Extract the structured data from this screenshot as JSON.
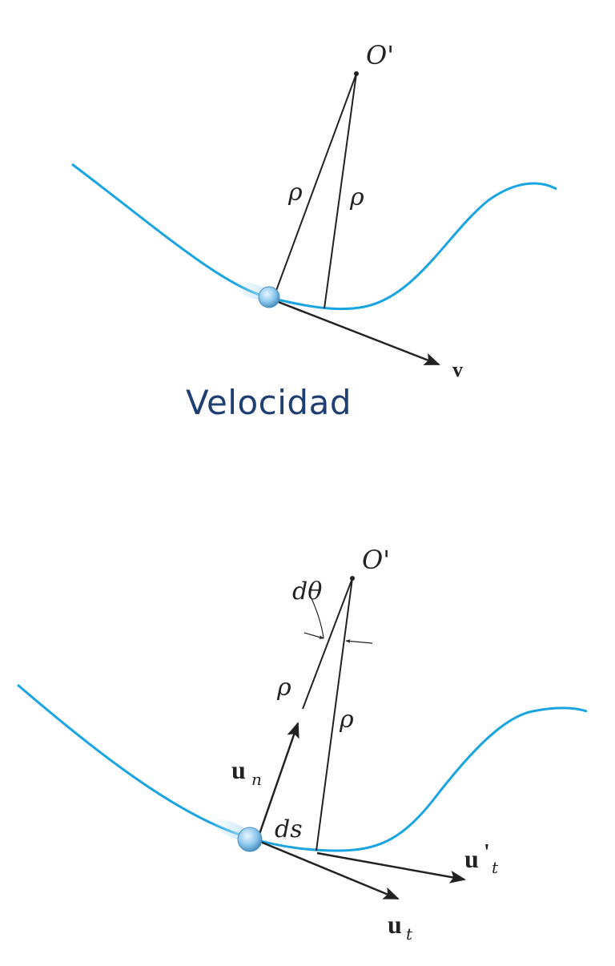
{
  "caption": "Velocidad",
  "colors": {
    "curve": "#1aa4e0",
    "line": "#222222",
    "caption": "#1f3f73",
    "particle": "#8cc8ee"
  },
  "top_diagram": {
    "center_label": "O'",
    "radius_label_1": "ρ",
    "radius_label_2": "ρ",
    "velocity_label": "v"
  },
  "bottom_diagram": {
    "center_label": "O'",
    "angle_label": "dθ",
    "radius_label_1": "ρ",
    "radius_label_2": "ρ",
    "normal_label": "u",
    "normal_sub": "n",
    "arc_label": "ds",
    "tangent_label": "u",
    "tangent_sub": "t",
    "tangent2_label": "u",
    "tangent2_prime": "'",
    "tangent2_sub": "t"
  }
}
